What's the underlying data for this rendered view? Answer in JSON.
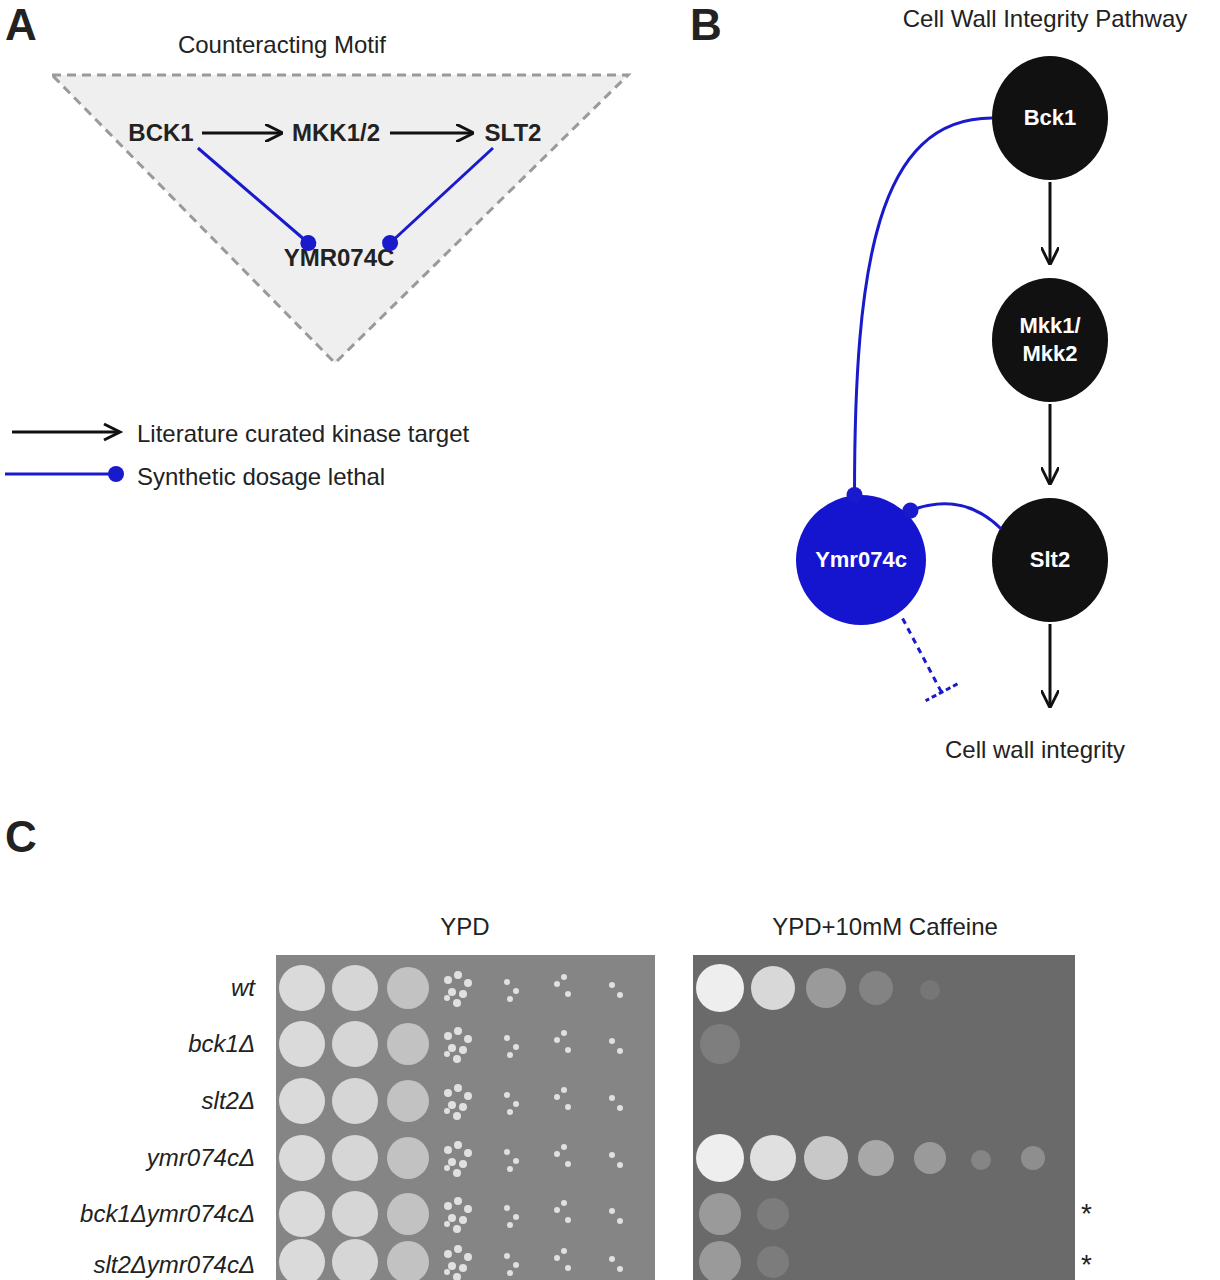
{
  "diagram": {
    "nodes": [
      {
        "text": [
          "Counteracting Motif"
        ]
      },
      {
        "text": [
          "BCK1"
        ],
        "in": 0
      },
      {
        "text": [
          "MKK1/2"
        ],
        "in": 0
      },
      {
        "text": [
          "SLT2"
        ],
        "in": 0
      },
      {
        "text": [
          "YMR074C"
        ],
        "in": 0
      },
      {
        "text": [
          "Bck1"
        ]
      },
      {
        "text": [
          "Mkk1/ Mkk2"
        ]
      },
      {
        "text": [
          "Slt2"
        ]
      },
      {
        "text": [
          "Ymr074c"
        ]
      },
      {
        "text": [
          "Cell wall integrity"
        ]
      }
    ],
    "edges": [
      {
        "from": 1,
        "to": 2,
        "arrow": "to"
      },
      {
        "from": 2,
        "to": 3,
        "arrow": "to"
      },
      {
        "from": 1,
        "to": 4,
        "arrow": "to"
      },
      {
        "from": 3,
        "to": 4,
        "arrow": "to"
      },
      {
        "from": 5,
        "to": 6,
        "arrow": "to"
      },
      {
        "from": 6,
        "to": 7,
        "arrow": "to"
      },
      {
        "from": 5,
        "to": 8,
        "arrow": "to"
      },
      {
        "from": 7,
        "to": 8,
        "arrow": "to"
      },
      {
        "from": 7,
        "to": 9,
        "arrow": "to"
      },
      {
        "from": 8,
        "to": 9,
        "arrow": "to"
      }
    ],
    "labels": [
      "A",
      "B",
      "C",
      "Cell Wall Integrity Pathway",
      "YPD",
      "YPD+10mM Caffeine",
      "wt",
      "bck1Δ",
      "slt2Δ",
      "ymr074cΔ",
      "bck1Δymr074cΔ",
      "slt2Δymr074cΔ",
      "*",
      "*"
    ],
    "legend": [
      {
        "text": "Literature curated kinase target"
      },
      {
        "text": "Synthetic dosage lethal"
      }
    ]
  }
}
